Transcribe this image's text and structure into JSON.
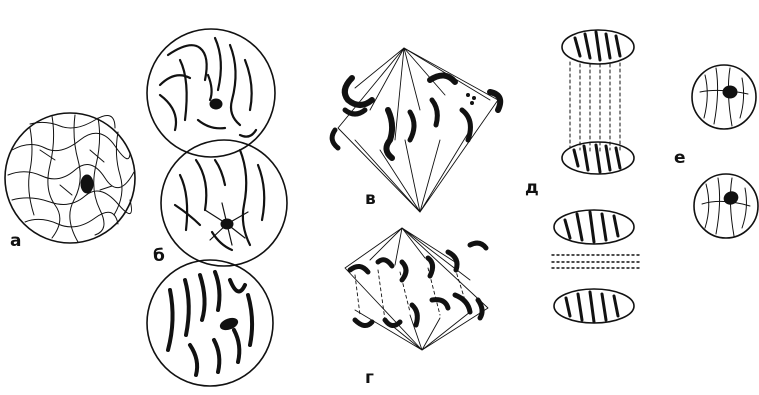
{
  "labels": {
    "a": "а",
    "b": "б",
    "v": "в",
    "g": "г",
    "d": "д",
    "e": "е"
  },
  "colors": {
    "ink": "#111111",
    "background": "#ffffff"
  }
}
